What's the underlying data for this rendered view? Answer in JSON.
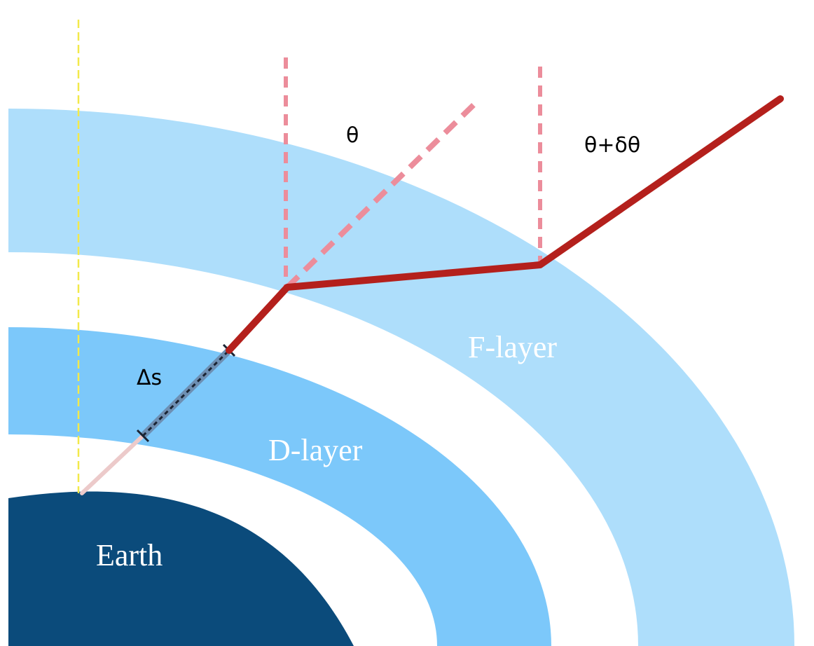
{
  "labels": {
    "earth": "Earth",
    "d_layer": "D-layer",
    "f_layer": "F-layer",
    "theta": "θ",
    "theta_plus": "θ+δθ",
    "delta_s": "Δs"
  },
  "colors": {
    "earth": "#0b4b7b",
    "d_layer": "#7cc8fa",
    "f_layer": "#aedefb",
    "ray": "#b4201c",
    "ray_faint": "#eccaca",
    "normal": "#ec8d9b",
    "zenith": "#f3e94a",
    "label_light": "#ffffff",
    "label_dark": "#000000"
  }
}
